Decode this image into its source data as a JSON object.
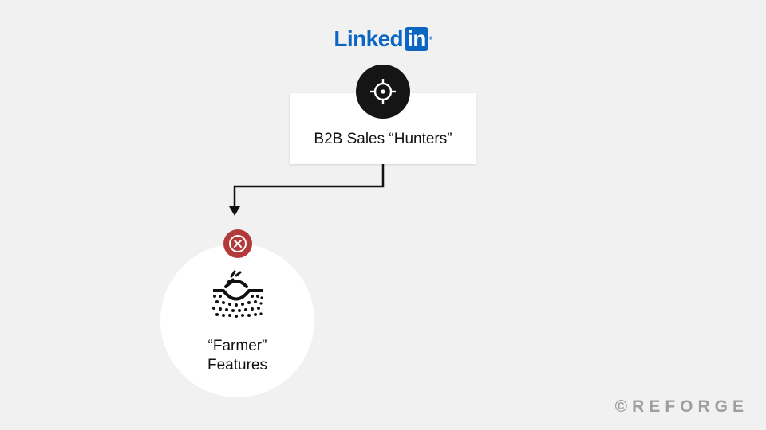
{
  "logo": {
    "linked": "Linked",
    "in": "in",
    "tm": "®"
  },
  "hunters": {
    "label": "B2B Sales “Hunters”",
    "icon": "crosshair-target-icon"
  },
  "farmer": {
    "line1": "“Farmer”",
    "line2": "Features",
    "icon": "seed-sprouting-icon",
    "status_icon": "close-circle-icon",
    "status_color": "#b33a3a"
  },
  "watermark": "©REFORGE",
  "colors": {
    "brand": "#0a66c2",
    "background": "#f1f1f1",
    "badge_dark": "#151515"
  }
}
